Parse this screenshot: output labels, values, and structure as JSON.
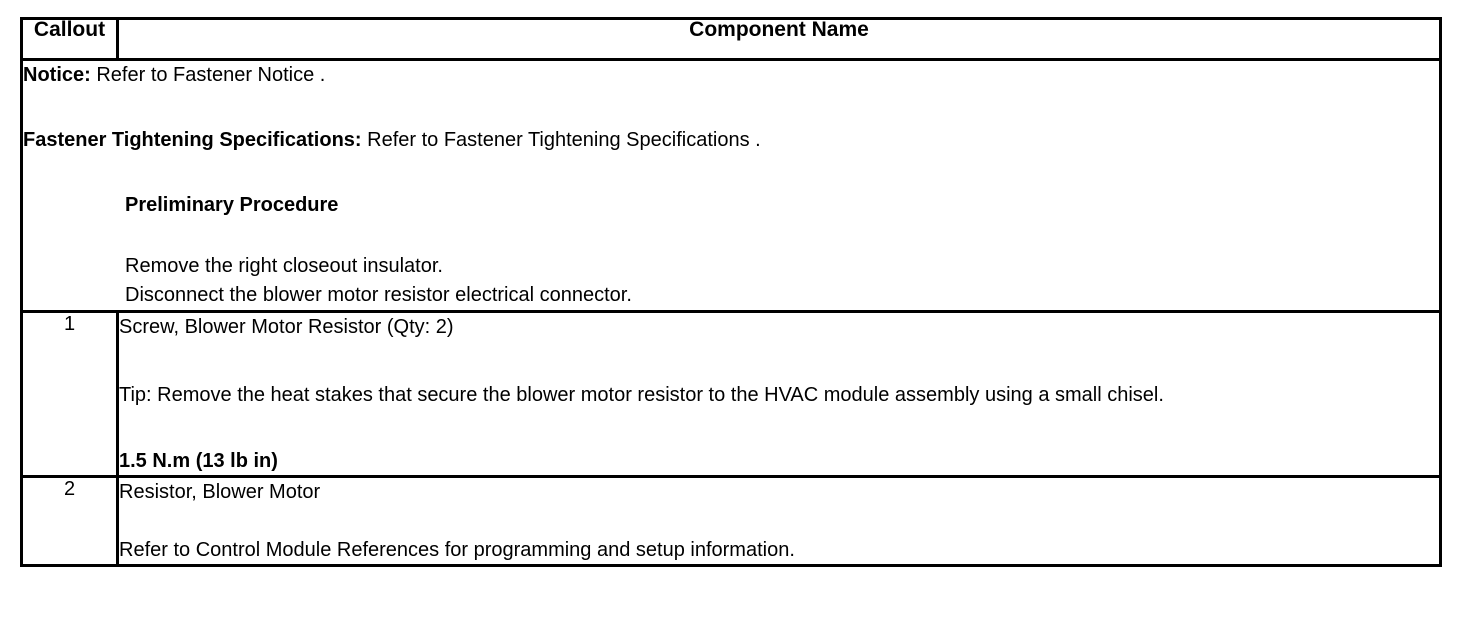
{
  "table": {
    "columns": [
      {
        "key": "callout",
        "header": "Callout"
      },
      {
        "key": "component",
        "header": "Component Name"
      }
    ],
    "notice_row": {
      "notice_label": "Notice:",
      "notice_text": " Refer to Fastener Notice .",
      "fastener_label": "Fastener Tightening Specifications:",
      "fastener_text": " Refer to Fastener Tightening Specifications .",
      "preliminary_heading": "Preliminary Procedure",
      "steps": [
        "Remove the right closeout insulator.",
        "Disconnect the blower motor resistor electrical connector."
      ]
    },
    "rows": [
      {
        "callout": "1",
        "title": "Screw, Blower Motor Resistor (Qty: 2)",
        "tip_label": "Tip:",
        "tip_text": " Remove the heat stakes that secure the blower motor resistor to the HVAC module assembly using a small chisel.",
        "torque": "1.5 N.m (13 lb in)"
      },
      {
        "callout": "2",
        "title": "Resistor, Blower Motor",
        "note": "Refer to Control Module References for programming and setup information."
      }
    ]
  },
  "style": {
    "border_color": "#000000",
    "text_color": "#000000",
    "background": "#ffffff"
  }
}
